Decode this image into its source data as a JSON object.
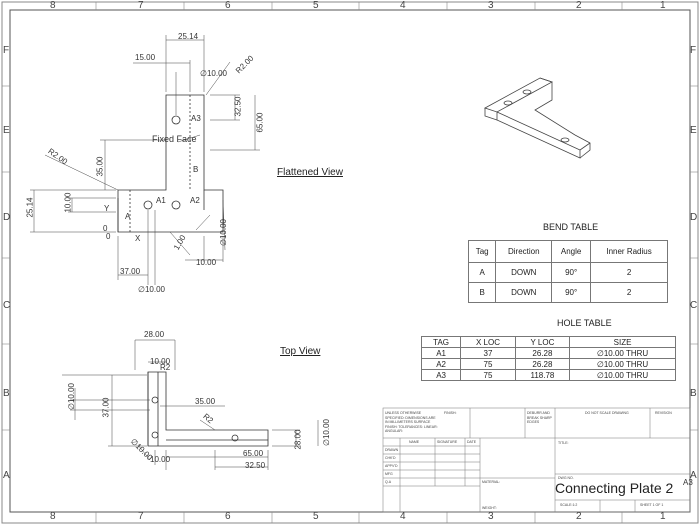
{
  "sheet": {
    "zones_top": [
      "8",
      "7",
      "6",
      "5",
      "4",
      "3",
      "2",
      "1"
    ],
    "zones_side": [
      "F",
      "E",
      "D",
      "C",
      "B",
      "A"
    ]
  },
  "flat_view": {
    "title": "Flattened View",
    "dims": [
      "25.14",
      "15.00",
      "10.00",
      "R2.00",
      "32.50",
      "65.00",
      "35.00",
      "R2.00",
      "25.14",
      "10.00",
      "37.00",
      "10.00",
      "10.00",
      "1.00",
      "10.00"
    ],
    "labels": [
      "Fixed Face",
      "A3",
      "A1",
      "A2",
      "A",
      "B",
      "Y",
      "X",
      "0",
      "0"
    ],
    "leader_labels": [
      "∅10.00",
      "∅10.00",
      "∅10.00"
    ]
  },
  "top_view": {
    "title": "Top View",
    "dims": [
      "28.00",
      "10.00",
      "R2",
      "∅10.00",
      "37.00",
      "35.00",
      "R2",
      "∅10.00",
      "10.00",
      "65.00",
      "32.50",
      "28.00",
      "∅10.00"
    ]
  },
  "bend_table": {
    "title": "BEND TABLE",
    "headers": [
      "Tag",
      "Direction",
      "Angle",
      "Inner Radius"
    ],
    "rows": [
      [
        "A",
        "DOWN",
        "90°",
        "2"
      ],
      [
        "B",
        "DOWN",
        "90°",
        "2"
      ]
    ]
  },
  "hole_table": {
    "title": "HOLE TABLE",
    "headers": [
      "TAG",
      "X LOC",
      "Y LOC",
      "SIZE"
    ],
    "rows": [
      [
        "A1",
        "37",
        "26.28",
        "∅10.00 THRU"
      ],
      [
        "A2",
        "75",
        "26.28",
        "∅10.00 THRU"
      ],
      [
        "A3",
        "75",
        "118.78",
        "∅10.00 THRU"
      ]
    ]
  },
  "title_block": {
    "notes": "UNLESS OTHERWISE SPECIFIED: DIMENSIONS ARE IN MILLIMETERS SURFACE FINISH: TOLERANCES: LINEAR: ANGULAR:",
    "finish": "FINISH:",
    "deburr": "DEBURR AND BREAK SHARP EDGES",
    "do_not_scale": "DO NOT SCALE DRAWING",
    "revision": "REVISION",
    "cols": [
      "NAME",
      "SIGNATURE",
      "DATE"
    ],
    "rows": [
      "DRAWN",
      "CHK'D",
      "APPV'D",
      "MFG",
      "Q.A"
    ],
    "title_lbl": "TITLE:",
    "material": "MATERIAL:",
    "weight": "WEIGHT:",
    "dwg_no": "DWG NO.",
    "drawing_name": "Connecting Plate 2",
    "sheet_size": "A3",
    "scale": "SCALE:1:2",
    "sheet": "SHEET 1 OF 1"
  }
}
